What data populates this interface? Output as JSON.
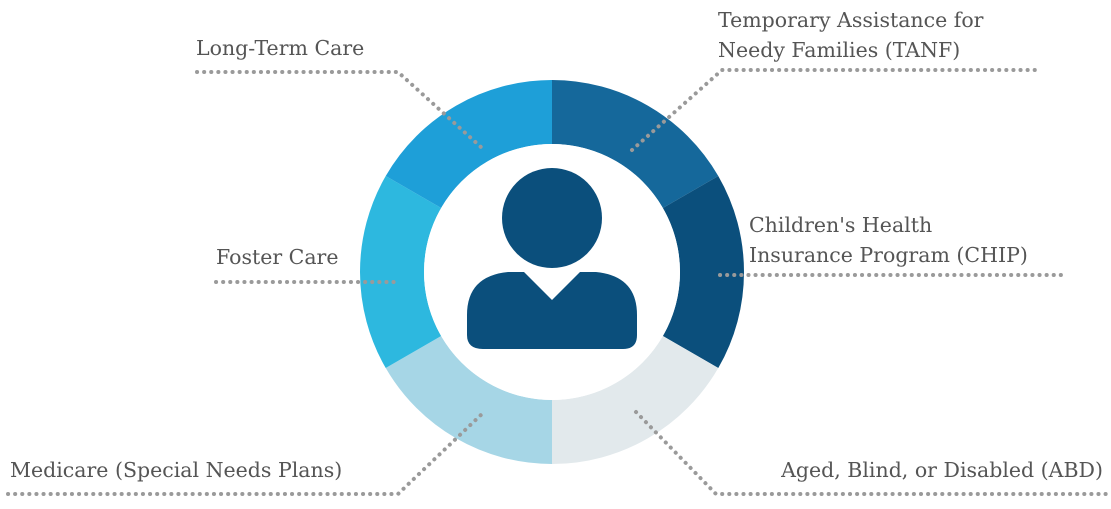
{
  "colors": {
    "dark_navy": "#0b4f7c",
    "mid_blue": "#15689b",
    "bright_blue": "#1e9fd8",
    "cyan": "#2db8df",
    "light_blue": "#a6d6e6",
    "pale_grey": "#e2e9ec",
    "dots": "#9a9a9a",
    "text": "#555555"
  },
  "center_icon": "person-icon",
  "segments": [
    {
      "id": "tanf",
      "label_lines": [
        "Temporary Assistance for",
        "Needy Families (TANF)"
      ],
      "color": "#15689b"
    },
    {
      "id": "chip",
      "label_lines": [
        "Children's Health",
        "Insurance Program (CHIP)"
      ],
      "color": "#0b4f7c"
    },
    {
      "id": "abd",
      "label_lines": [
        "Aged, Blind, or Disabled (ABD)"
      ],
      "color": "#e2e9ec"
    },
    {
      "id": "medicare",
      "label_lines": [
        "Medicare (Special Needs Plans)"
      ],
      "color": "#a6d6e6"
    },
    {
      "id": "foster",
      "label_lines": [
        "Foster Care"
      ],
      "color": "#2db8df"
    },
    {
      "id": "ltc",
      "label_lines": [
        "Long-Term Care"
      ],
      "color": "#1e9fd8"
    }
  ]
}
